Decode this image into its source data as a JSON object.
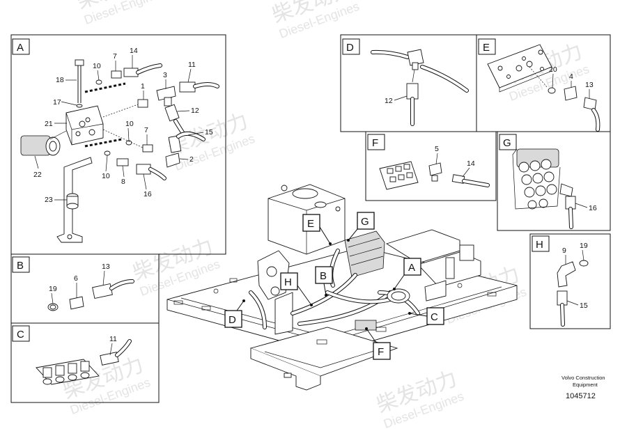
{
  "watermark": {
    "cn_text": "柴发动力",
    "en_text": "Diesel-Engines"
  },
  "panels": [
    {
      "id": "A",
      "label": "A"
    },
    {
      "id": "B",
      "label": "B"
    },
    {
      "id": "C",
      "label": "C"
    },
    {
      "id": "D",
      "label": "D"
    },
    {
      "id": "E",
      "label": "E"
    },
    {
      "id": "F",
      "label": "F"
    },
    {
      "id": "G",
      "label": "G"
    },
    {
      "id": "H",
      "label": "H"
    }
  ],
  "part_numbers": {
    "A": [
      "7",
      "14",
      "10",
      "18",
      "3",
      "11",
      "1",
      "17",
      "12",
      "21",
      "10",
      "7",
      "15",
      "2",
      "22",
      "10",
      "8",
      "16",
      "23"
    ],
    "B": [
      "6",
      "13",
      "19"
    ],
    "C": [
      "11"
    ],
    "D": [
      "12"
    ],
    "E": [
      "20",
      "4",
      "13"
    ],
    "F": [
      "5",
      "14"
    ],
    "G": [
      "16"
    ],
    "H": [
      "9",
      "19",
      "15"
    ]
  },
  "callouts": [
    "E",
    "G",
    "A",
    "H",
    "B",
    "D",
    "C",
    "F"
  ],
  "footer": {
    "brand_line1": "Volvo Construction",
    "brand_line2": "Equipment",
    "doc_number": "1045712"
  }
}
